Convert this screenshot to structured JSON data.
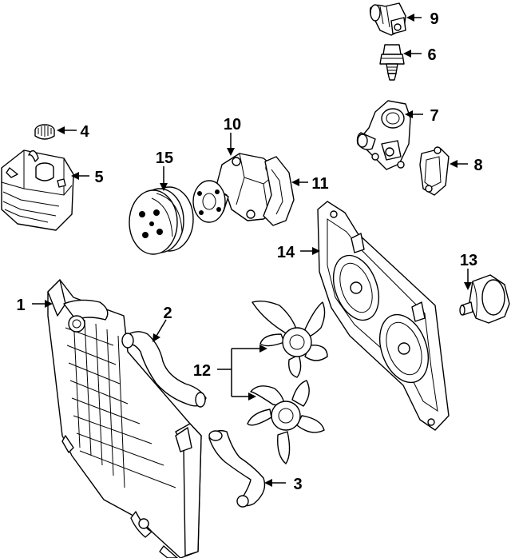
{
  "diagram": {
    "callouts": [
      {
        "id": "1",
        "label": "1",
        "part": "radiator"
      },
      {
        "id": "2",
        "label": "2",
        "part": "upper-hose"
      },
      {
        "id": "3",
        "label": "3",
        "part": "lower-hose"
      },
      {
        "id": "4",
        "label": "4",
        "part": "reservoir-cap"
      },
      {
        "id": "5",
        "label": "5",
        "part": "coolant-reservoir"
      },
      {
        "id": "6",
        "label": "6",
        "part": "temperature-sensor"
      },
      {
        "id": "7",
        "label": "7",
        "part": "thermostat-housing"
      },
      {
        "id": "8",
        "label": "8",
        "part": "housing-gasket"
      },
      {
        "id": "9",
        "label": "9",
        "part": "outlet-fitting"
      },
      {
        "id": "10",
        "label": "10",
        "part": "water-pump"
      },
      {
        "id": "11",
        "label": "11",
        "part": "pump-gasket"
      },
      {
        "id": "12",
        "label": "12",
        "part": "fan-blades"
      },
      {
        "id": "13",
        "label": "13",
        "part": "fan-motor"
      },
      {
        "id": "14",
        "label": "14",
        "part": "fan-shroud"
      },
      {
        "id": "15",
        "label": "15",
        "part": "pump-pulley"
      }
    ]
  }
}
